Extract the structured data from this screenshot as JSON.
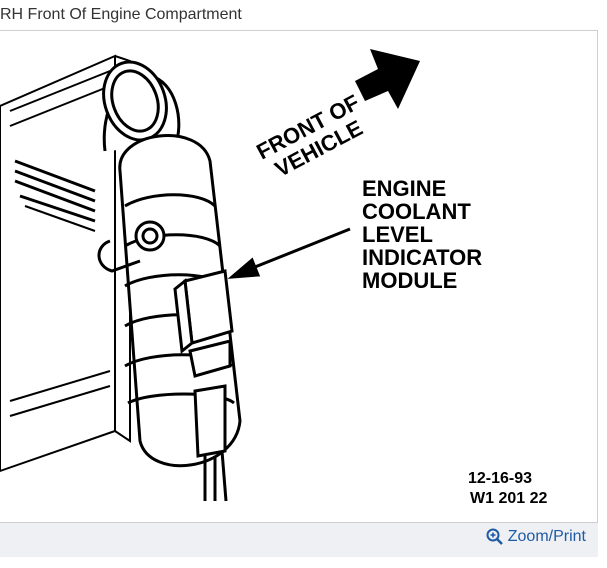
{
  "caption": "RH Front Of Engine Compartment",
  "figure": {
    "front_label_line1": "FRONT OF",
    "front_label_line2": "VEHICLE",
    "module_label": [
      "ENGINE",
      "COOLANT",
      "LEVEL",
      "INDICATOR",
      "MODULE"
    ],
    "date_code": "12-16-93",
    "figure_code": "W1 201 22"
  },
  "zoom": {
    "icon": "magnifier-plus-icon",
    "label": "Zoom/Print",
    "color": "#1f5aa6"
  }
}
